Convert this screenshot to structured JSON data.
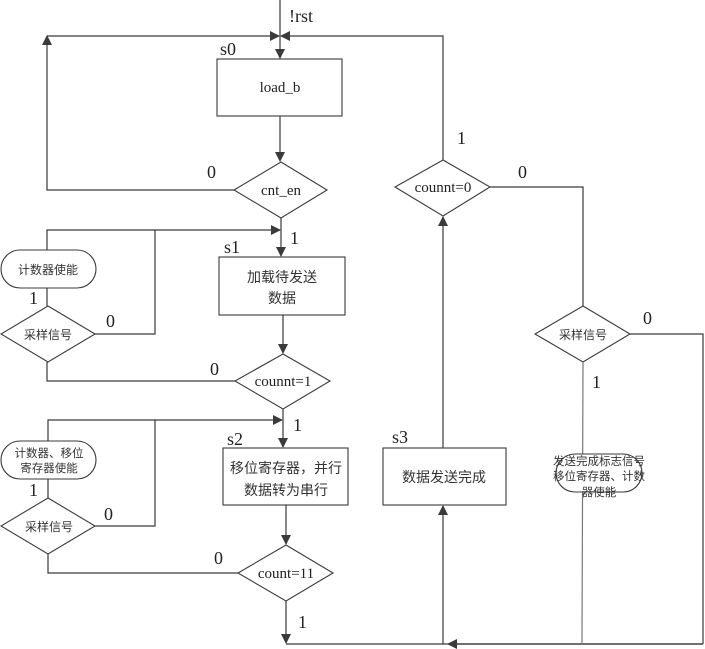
{
  "diagram": {
    "type": "flowchart",
    "reset_label": "!rst",
    "states": {
      "s0": {
        "name": "s0",
        "text": "load_b"
      },
      "s1": {
        "name": "s1",
        "line1": "加载待发送",
        "line2": "数据"
      },
      "s2": {
        "name": "s2",
        "line1": "移位寄存器，并行",
        "line2": "数据转为串行"
      },
      "s3": {
        "name": "s3",
        "text": "数据发送完成"
      }
    },
    "decisions": {
      "cnt_en": "cnt_en",
      "counnt1": "counnt=1",
      "count11": "count=11",
      "counnt0": "counnt=0",
      "sample_left1": "采样信号",
      "sample_left2": "采样信号",
      "sample_right": "采样信号"
    },
    "terminals": {
      "t1": {
        "text": "计数器使能"
      },
      "t2": {
        "line1": "计数器、移位",
        "line2": "寄存器使能"
      },
      "t3": {
        "line1": "发送完成标志信号",
        "line2": "移位寄存器、计数",
        "line3": "器使能"
      }
    },
    "branch_labels": {
      "cnt_en_0": "0",
      "cnt_en_1": "1",
      "sample1_1": "1",
      "sample1_0": "0",
      "counnt1_0": "0",
      "counnt1_1": "1",
      "sample2_1": "1",
      "sample2_0": "0",
      "count11_0": "0",
      "count11_1": "1",
      "counnt0_1": "1",
      "counnt0_0": "0",
      "sample3_0": "0",
      "sample3_1": "1"
    },
    "colors": {
      "line": "#3a3a3a",
      "text": "#222222",
      "background": "#ffffff"
    }
  }
}
